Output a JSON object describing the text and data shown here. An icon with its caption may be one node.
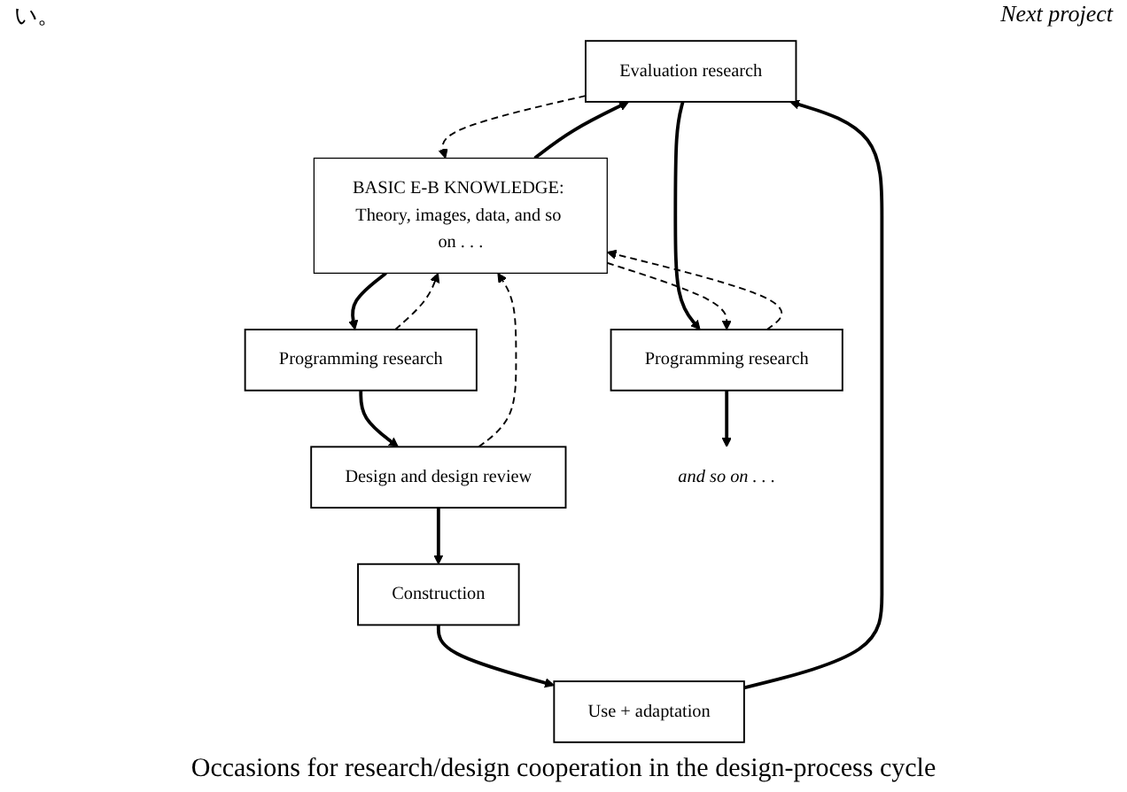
{
  "diagram": {
    "caption": "Occasions for research/design cooperation in the design-process cycle",
    "nodes": [
      {
        "text": [
          "Evaluation research"
        ]
      },
      {
        "text": [
          "BASIC E-B KNOWLEDGE: Theory, images, data, and so on . . ."
        ]
      },
      {
        "text": [
          "Programming research"
        ]
      },
      {
        "text": [
          "Design and design review"
        ]
      },
      {
        "text": [
          "Construction"
        ]
      },
      {
        "text": [
          "Use + adaptation"
        ]
      },
      {
        "text": [
          "Programming research"
        ]
      },
      {
        "text": [
          "and so on . . ."
        ]
      }
    ],
    "edges": [
      {
        "from": 5,
        "to": 0,
        "arrow": "to"
      },
      {
        "from": 1,
        "to": 0,
        "arrow": "to"
      },
      {
        "from": 0,
        "to": 1,
        "arrow": "to",
        "style": "dashed"
      },
      {
        "from": 0,
        "to": 6,
        "arrow": "to"
      },
      {
        "from": 1,
        "to": 2,
        "arrow": "to"
      },
      {
        "from": 2,
        "to": 1,
        "arrow": "to",
        "style": "dashed"
      },
      {
        "from": 3,
        "to": 1,
        "arrow": "to",
        "style": "dashed"
      },
      {
        "from": 1,
        "to": 6,
        "arrow": "to",
        "style": "dashed"
      },
      {
        "from": 6,
        "to": 1,
        "arrow": "to",
        "style": "dashed"
      },
      {
        "from": 2,
        "to": 3,
        "arrow": "to"
      },
      {
        "from": 3,
        "to": 4,
        "arrow": "to"
      },
      {
        "from": 4,
        "to": 5,
        "arrow": "to"
      },
      {
        "from": 6,
        "to": 7,
        "arrow": "to"
      }
    ],
    "labels": [
      "い。",
      "Next project"
    ]
  }
}
